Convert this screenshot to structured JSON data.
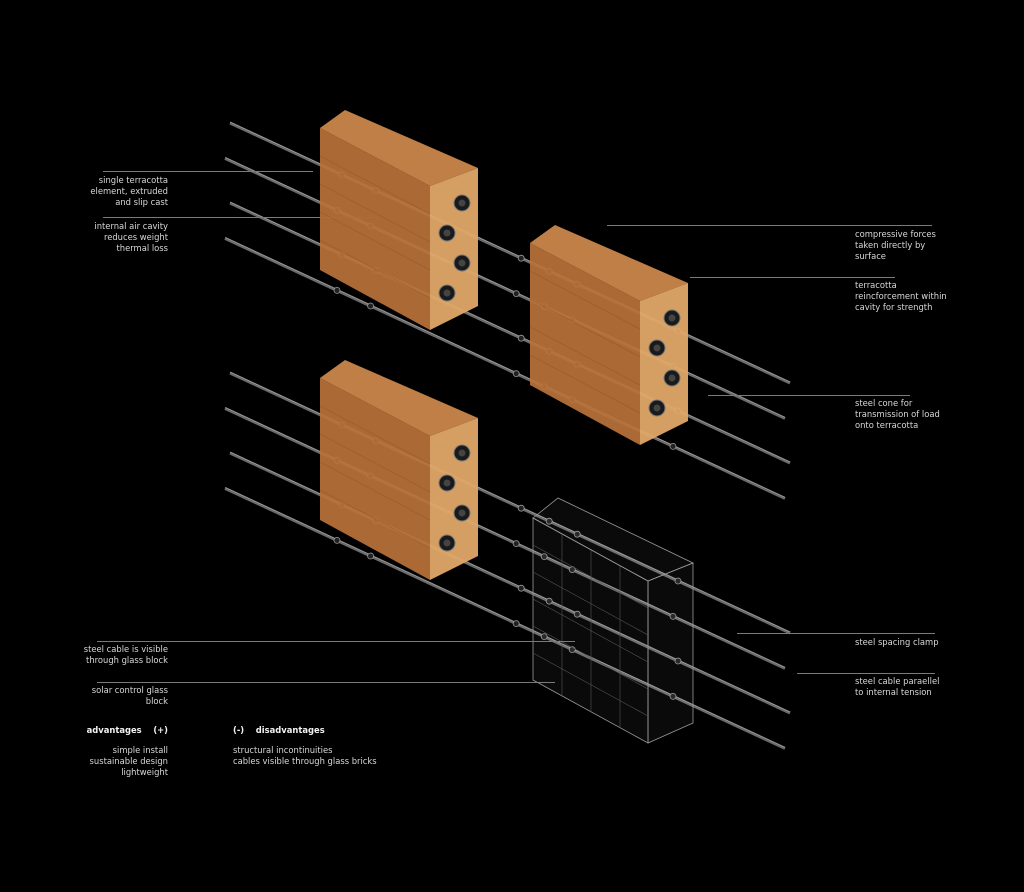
{
  "colors": {
    "background": "#000000",
    "terracotta_front": "#b8723a",
    "terracotta_side": "#e0a868",
    "terracotta_top": "#d08a4c",
    "glass_edge": "#9a9a9a",
    "cable": "#6a6a6a",
    "leader": "#7a7a7a",
    "text": "#d8d8d8"
  },
  "labels": {
    "single_terracotta": [
      "single  terracotta",
      "element,  extruded",
      "and slip cast"
    ],
    "air_cavity": [
      "internal air cavity",
      "reduces weight",
      "thermal loss"
    ],
    "compressive": [
      "compressive forces",
      "taken directly by",
      "surface"
    ],
    "reinforcement": [
      "terracotta",
      "reincforcement within",
      "cavity for strength"
    ],
    "steel_cone": [
      "steel cone for",
      "transmission of load",
      "onto terracotta"
    ],
    "cable_visible": [
      "steel cable is visible",
      "through glass block"
    ],
    "solar_glass": [
      "solar control glass",
      "block"
    ],
    "spacing_clamp": [
      "steel spacing clamp"
    ],
    "cable_parallel": [
      "steel cable paraellel",
      "to internal tension"
    ]
  },
  "advantages": {
    "heading": "advantages    (+)",
    "items": [
      "simple install",
      "sustainable design",
      "lightweight"
    ]
  },
  "disadvantages": {
    "heading": "(-)    disadvantages",
    "items": [
      "structural incontinuities",
      "cables visible through glass bricks"
    ]
  }
}
